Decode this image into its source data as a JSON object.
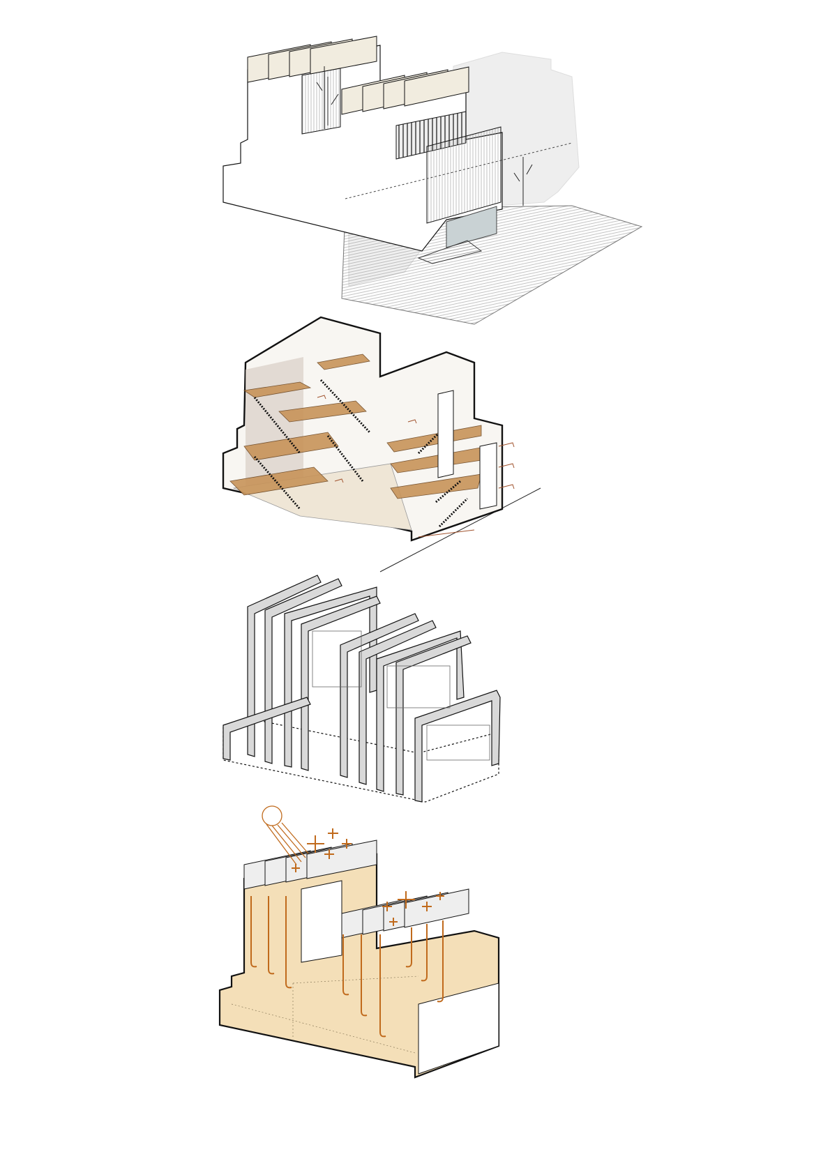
{
  "diagram": {
    "panels": [
      {
        "id": "massing-context"
      },
      {
        "id": "circulation-section"
      },
      {
        "id": "structure-frames"
      },
      {
        "id": "environmental-strategy"
      }
    ]
  },
  "colors": {
    "outline": "#111111",
    "floor_wood": "#c8945a",
    "floor_wood_light": "#e3c29a",
    "structure_gray": "#d9d9d9",
    "envelope_beige": "#f4dfb8",
    "accent_orange": "#c06a1c",
    "street_hatch": "#bdbdbd",
    "ghost_building": "#e9e9e9"
  }
}
